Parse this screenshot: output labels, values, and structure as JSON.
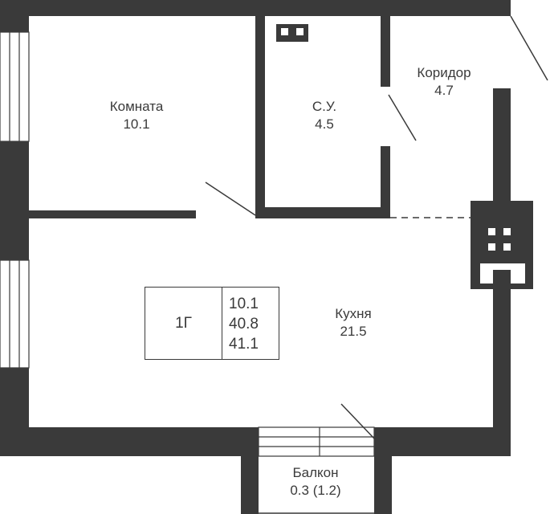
{
  "rooms": {
    "komnata": {
      "name": "Комната",
      "area": "10.1"
    },
    "su": {
      "name": "С.У.",
      "area": "4.5"
    },
    "koridor": {
      "name": "Коридор",
      "area": "4.7"
    },
    "kukhnya": {
      "name": "Кухня",
      "area": "21.5"
    },
    "balkon": {
      "name": "Балкон",
      "area": "0.3 (1.2)"
    }
  },
  "legend": {
    "type": "1Г",
    "living_area": "10.1",
    "total_area": "40.8",
    "total_area_with_balcony": "41.1"
  },
  "colors": {
    "wall": "#3a3a3a",
    "background": "#ffffff"
  }
}
